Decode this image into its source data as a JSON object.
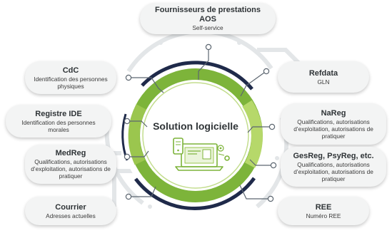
{
  "center": {
    "title": "Solution logicielle"
  },
  "nodes": {
    "top": {
      "title": "Fournisseurs de prestations AOS",
      "subtitle": "Self-service"
    },
    "cdc": {
      "title": "CdC",
      "subtitle": "Identification des personnes physiques"
    },
    "ide": {
      "title": "Registre IDE",
      "subtitle": "Identification des personnes morales"
    },
    "medreg": {
      "title": "MedReg",
      "subtitle": "Qualifications, autorisations d’exploitation, autorisations de pratiquer"
    },
    "courrier": {
      "title": "Courrier",
      "subtitle": "Adresses actuelles"
    },
    "refdata": {
      "title": "Refdata",
      "subtitle": "GLN"
    },
    "nareg": {
      "title": "NaReg",
      "subtitle": "Qualifications, autorisations d’exploitation, autorisations de pratiquer"
    },
    "gesreg": {
      "title": "GesReg, PsyReg, etc.",
      "subtitle": "Qualifications, autorisations d’exploitation, autorisations de pratiquer"
    },
    "ree": {
      "title": "REE",
      "subtitle": "Numéro REE"
    }
  },
  "colors": {
    "green_dark": "#6fa82e",
    "green_light": "#a9cf5a",
    "navy": "#1f2a4a",
    "connector": "#5c6670",
    "decor_gray": "#dde0e2"
  }
}
